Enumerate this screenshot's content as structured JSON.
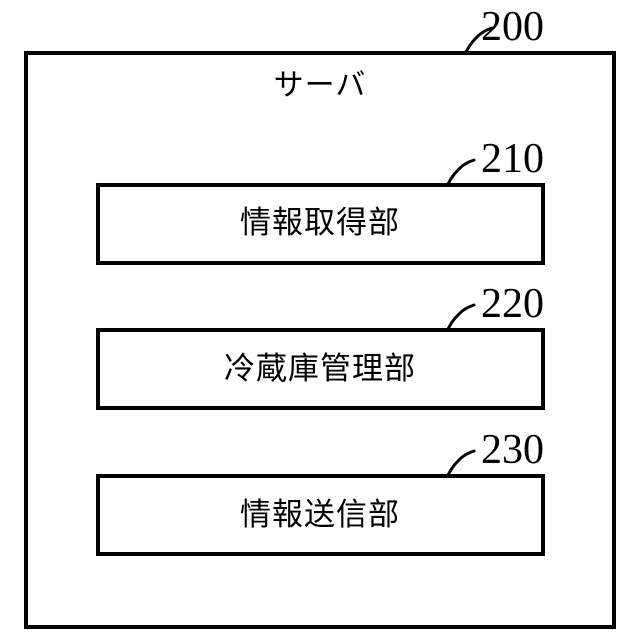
{
  "figure": {
    "kind": "patent-block-diagram",
    "background_color": "#ffffff",
    "line_color": "#000000",
    "outer_block": {
      "title": "サーバ",
      "reference_numeral": "200"
    },
    "inner_blocks": [
      {
        "label": "情報取得部",
        "reference_numeral": "210"
      },
      {
        "label": "冷蔵庫管理部",
        "reference_numeral": "220"
      },
      {
        "label": "情報送信部",
        "reference_numeral": "230"
      }
    ]
  }
}
